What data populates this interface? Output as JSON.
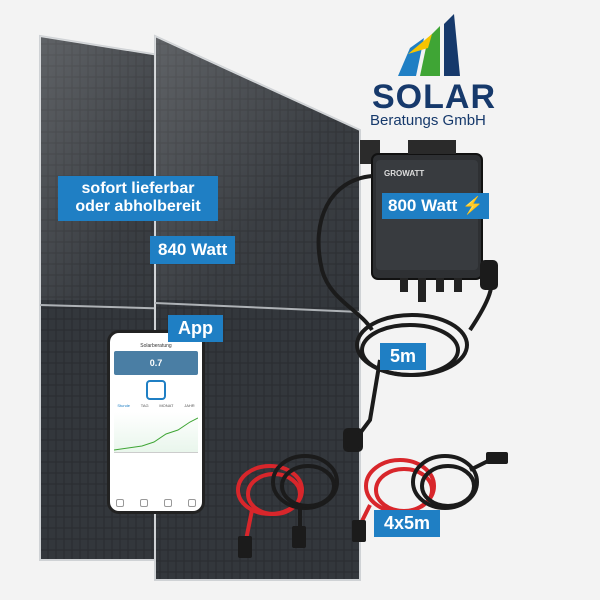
{
  "logo": {
    "word": "SOLAR",
    "subtitle": "Beratungs GmbH",
    "colors": {
      "navy": "#16396b",
      "blue": "#1f7fc4",
      "green": "#3fa535",
      "yellow": "#f5c400"
    }
  },
  "badges": {
    "availability_line1": "sofort lieferbar",
    "availability_line2": "oder abholbereit",
    "panel_power": "840 Watt",
    "app": "App",
    "inverter_power": "800 Watt",
    "cable_length": "5m",
    "extension_cables": "4x5m"
  },
  "inverter": {
    "brand": "GROWATT"
  },
  "phone": {
    "title": "Solarberatung",
    "value": "0.7",
    "tabs": [
      "Stunde",
      "TAG",
      "MONAT",
      "JAHR"
    ]
  },
  "colors": {
    "badge": "#1f7fc4",
    "panel": "#2a2d31",
    "cable_red": "#d8262b",
    "cable_black": "#1b1b1b"
  }
}
